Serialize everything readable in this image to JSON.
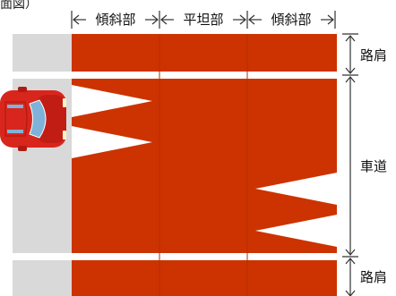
{
  "corner_label": "面図）",
  "sections": {
    "left_slope": "傾斜部",
    "flat": "平坦部",
    "right_slope": "傾斜部"
  },
  "zones": {
    "shoulder_top": "路肩",
    "roadway": "車道",
    "shoulder_bottom": "路肩"
  },
  "colors": {
    "pavement": "#cc3300",
    "shoulder": "#d9d9d9",
    "lane_line": "#ffffff",
    "triangle": "#ffffff",
    "car_body": "#d8261c",
    "car_glass": "#7fb2d9"
  }
}
